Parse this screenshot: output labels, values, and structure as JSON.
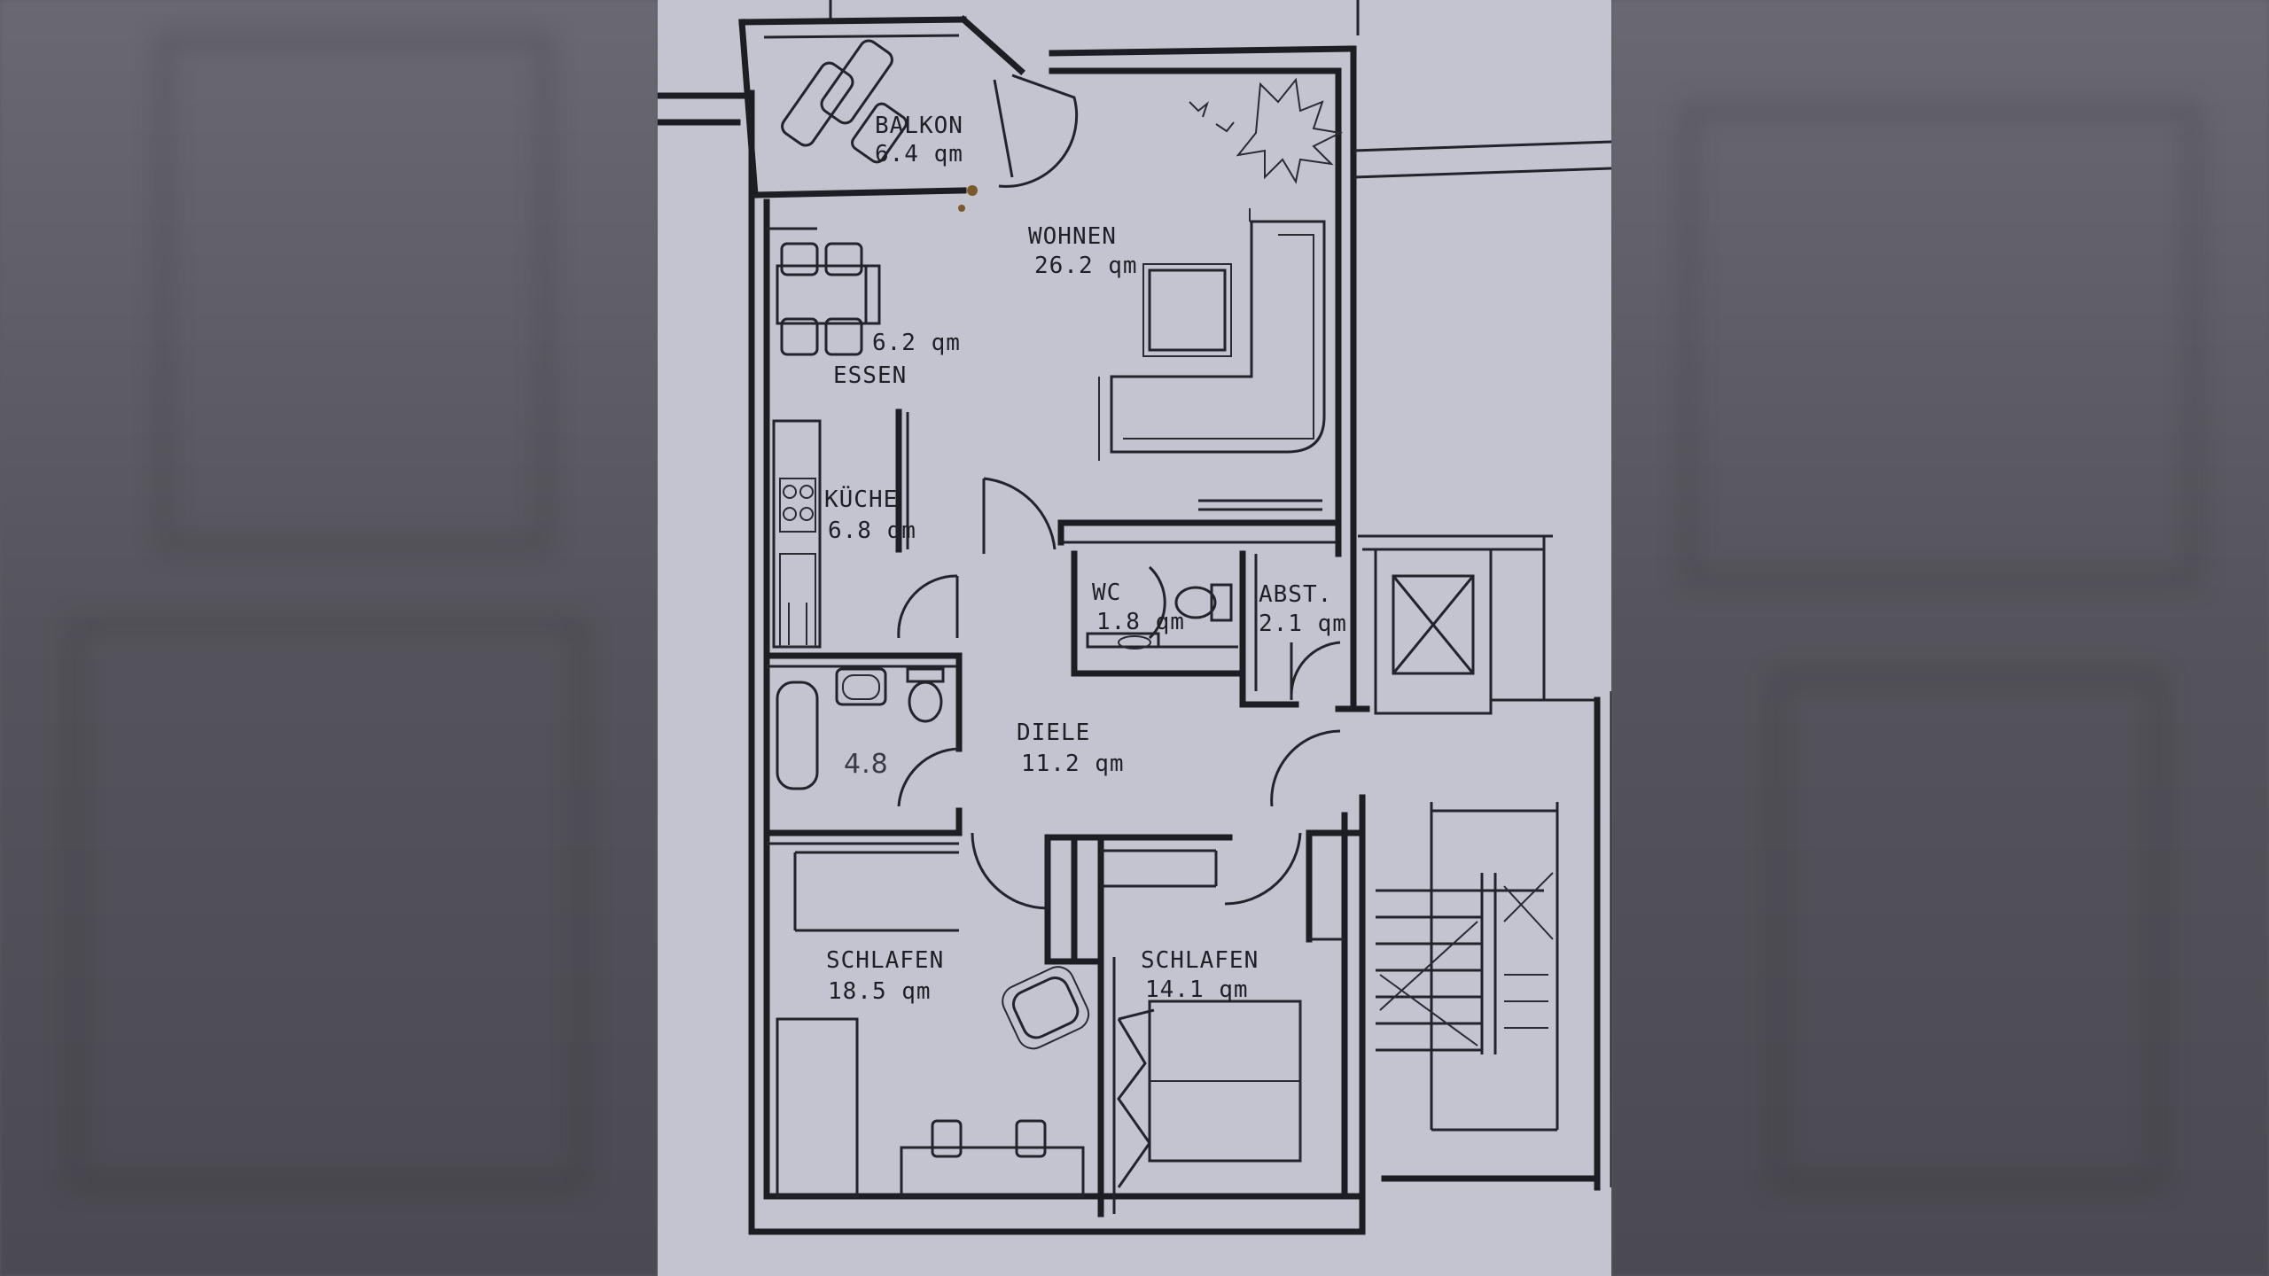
{
  "rooms": {
    "balkon": {
      "name": "BALKON",
      "area": "6.4 qm"
    },
    "wohnen": {
      "name": "WOHNEN",
      "area": "26.2 qm"
    },
    "essen": {
      "name": "ESSEN",
      "area": "6.2 qm"
    },
    "kueche": {
      "name": "KÜCHE",
      "area": "6.8 qm"
    },
    "wc": {
      "name": "WC",
      "area": "1.8 qm"
    },
    "abst": {
      "name": "ABST.",
      "area": "2.1 qm"
    },
    "bad": {
      "area": "4.8"
    },
    "diele": {
      "name": "DIELE",
      "area": "11.2 qm"
    },
    "schlafen1": {
      "name": "SCHLAFEN",
      "area": "18.5 qm"
    },
    "schlafen2": {
      "name": "SCHLAFEN",
      "area": "14.1 qm"
    }
  },
  "colors": {
    "paper": "#c4c3d0",
    "ink": "#1d1d24",
    "background": "#5c5b63"
  }
}
